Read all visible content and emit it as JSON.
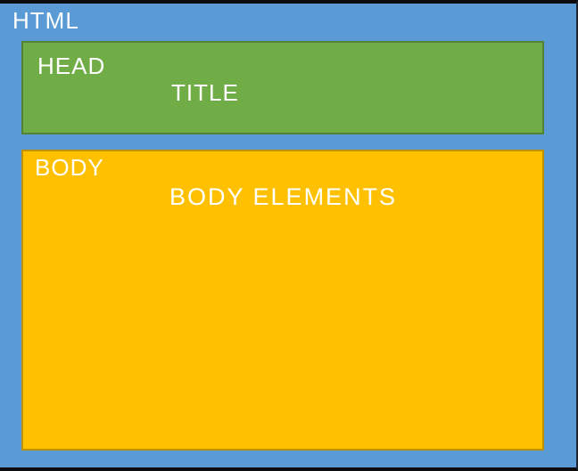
{
  "diagram": {
    "description": "Nested box diagram of an HTML document structure",
    "root": {
      "label": "HTML"
    },
    "head_box": {
      "label": "HEAD",
      "child_label": "TITLE",
      "fill_color": "#70AD47",
      "border_color": "#538135"
    },
    "body_box": {
      "label": "BODY",
      "child_label": "BODY ELEMENTS",
      "fill_color": "#FFC000",
      "border_color": "#BF9000"
    },
    "background_color": "#5B9BD5",
    "text_color": "#FFFFFF"
  }
}
